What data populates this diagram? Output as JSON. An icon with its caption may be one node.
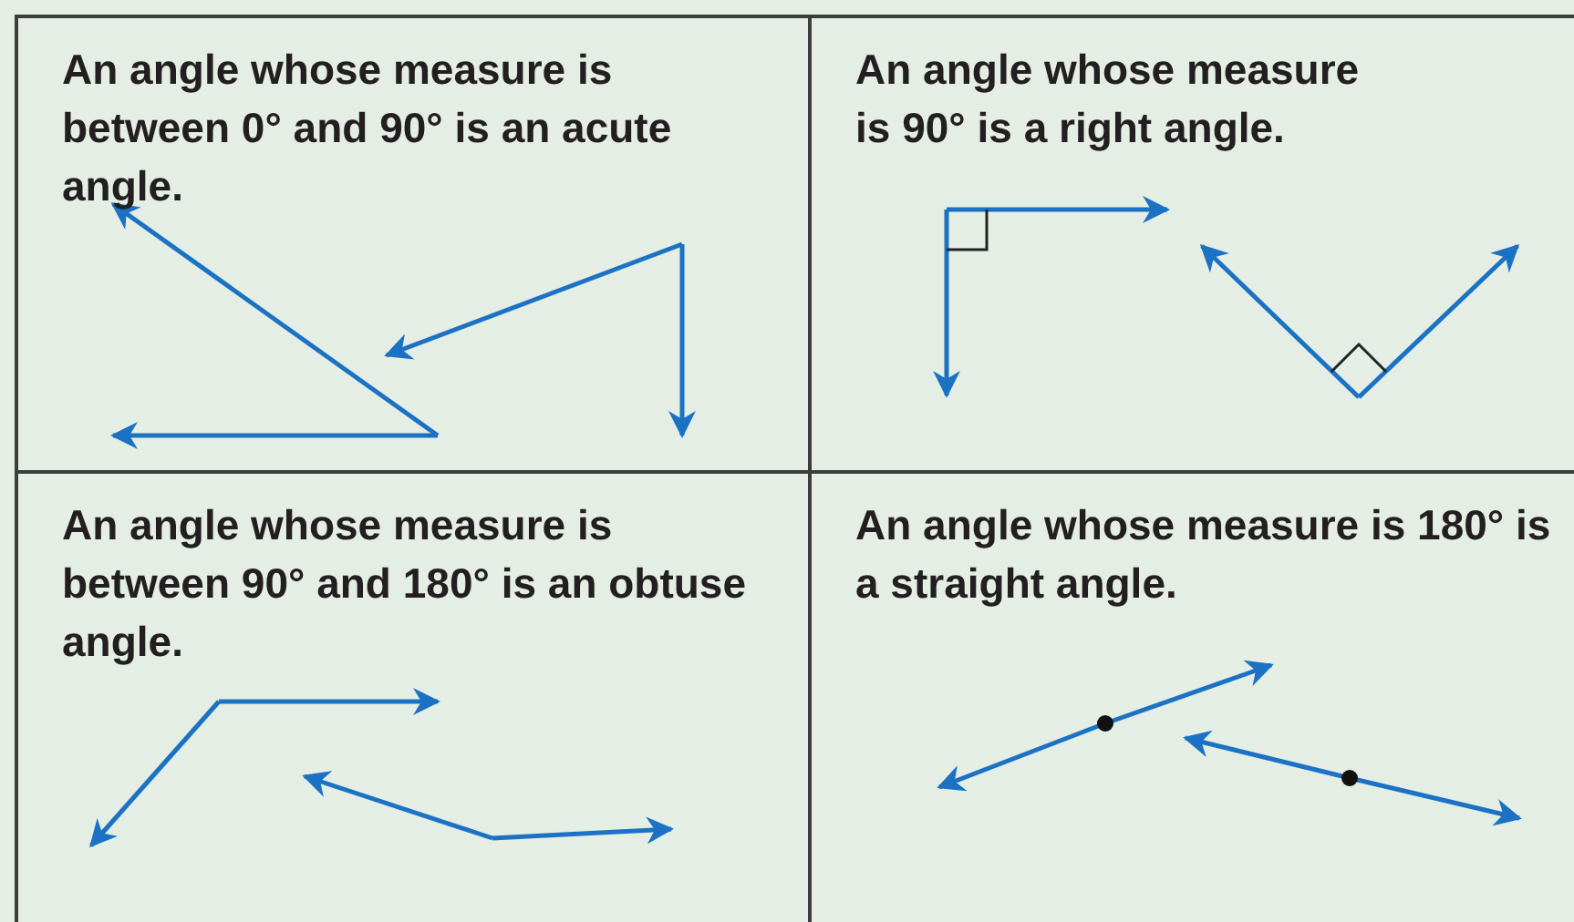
{
  "diagram": {
    "nodes": [
      {
        "text": [
          "An angle whose measure is between 0° and 90° is an acute angle."
        ]
      },
      {
        "text": [
          "An angle whose measure is 90° is a right angle."
        ]
      },
      {
        "text": [
          "An angle whose measure is between 90° and 180° is an obtuse angle."
        ]
      },
      {
        "text": [
          "An angle whose measure is 180° is a straight angle."
        ]
      }
    ]
  }
}
